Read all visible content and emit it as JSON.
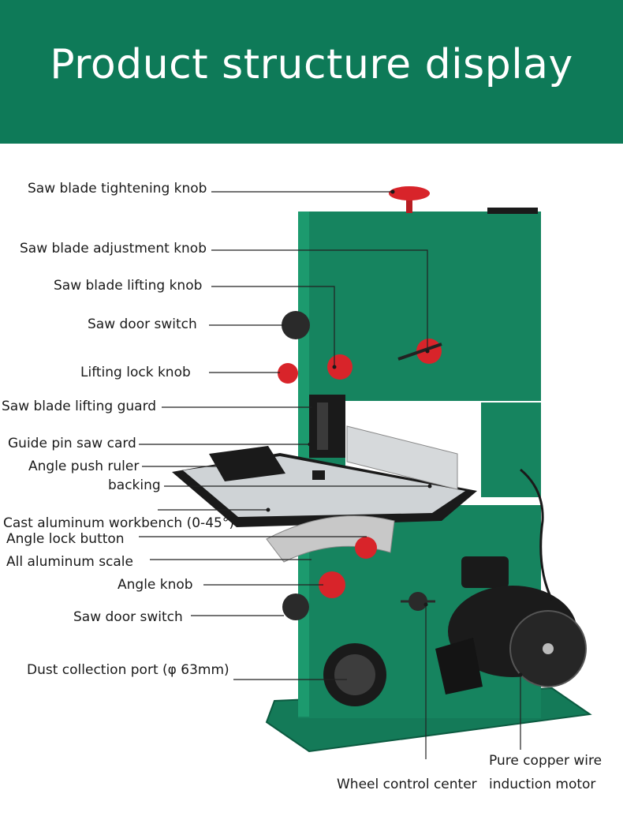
{
  "header": {
    "title": "Product structure display"
  },
  "colors": {
    "banner": "#0e7a58",
    "machine_body": "#14805d",
    "knob_red": "#d8242a",
    "line": "#222222"
  },
  "labels": {
    "tightening_knob": "Saw blade tightening knob",
    "adjustment_knob": "Saw blade adjustment knob",
    "lifting_knob": "Saw blade lifting knob",
    "door_switch_upper": "Saw door switch",
    "lifting_lock_knob": "Lifting lock knob",
    "lifting_guard": "Saw blade lifting guard",
    "guide_pin": "Guide pin saw card",
    "angle_push_ruler": "Angle push ruler",
    "backing": "backing",
    "workbench": "Cast aluminum workbench (0-45°)",
    "angle_lock": "Angle lock button",
    "scale": "All aluminum scale",
    "angle_knob": "Angle knob",
    "door_switch_lower": "Saw door switch",
    "dust_port": "Dust collection port (φ 63mm)",
    "wheel_control": "Wheel control center",
    "motor_line1": "Pure copper wire",
    "motor_line2": "induction motor"
  }
}
